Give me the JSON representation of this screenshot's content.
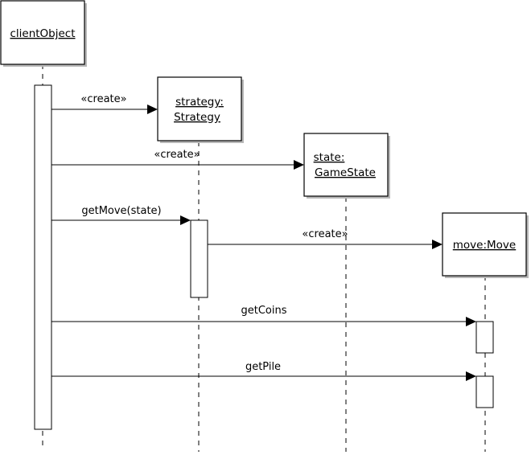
{
  "objects": {
    "client": {
      "label": "clientObject"
    },
    "strategy": {
      "label_line1": "strategy:",
      "label_line2": "Strategy"
    },
    "gamestate": {
      "label_line1": "state:",
      "label_line2": "GameState"
    },
    "move": {
      "label": "move:Move"
    }
  },
  "messages": [
    {
      "label": "«create»"
    },
    {
      "label": "«create»"
    },
    {
      "label": "getMove(state)"
    },
    {
      "label": "«create»"
    },
    {
      "label": "getCoins"
    },
    {
      "label": "getPile"
    }
  ]
}
